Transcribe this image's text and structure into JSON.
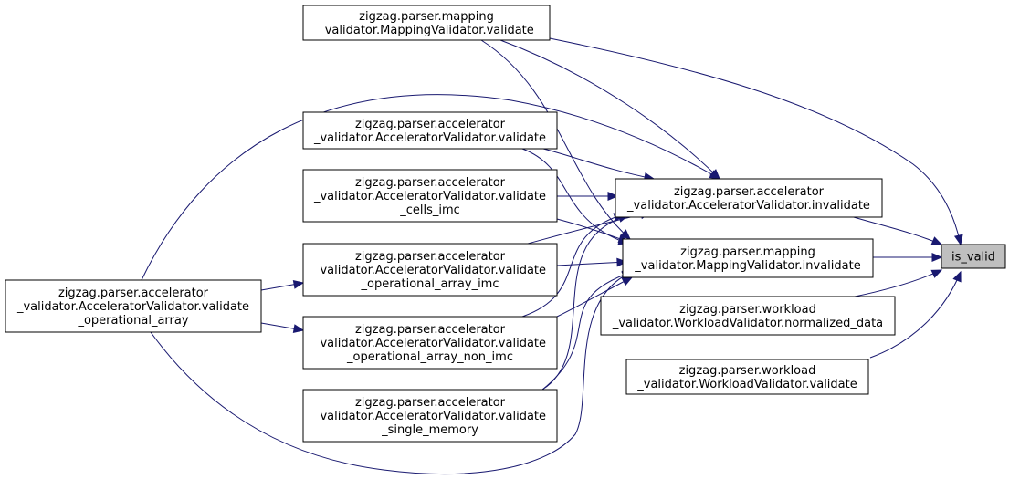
{
  "diagram": {
    "colors": {
      "edge": "#191970",
      "target_fill": "#bfbfbf",
      "node_fill": "#ffffff",
      "border": "#000000"
    },
    "nodes": [
      {
        "id": "is_valid",
        "lines": [
          "is_valid"
        ]
      },
      {
        "id": "accel_invalidate",
        "lines": [
          "zigzag.parser.accelerator",
          "_validator.AcceleratorValidator.invalidate"
        ]
      },
      {
        "id": "mapping_invalidate",
        "lines": [
          "zigzag.parser.mapping",
          "_validator.MappingValidator.invalidate"
        ]
      },
      {
        "id": "workload_normalized_data",
        "lines": [
          "zigzag.parser.workload",
          "_validator.WorkloadValidator.normalized_data"
        ]
      },
      {
        "id": "workload_validate",
        "lines": [
          "zigzag.parser.workload",
          "_validator.WorkloadValidator.validate"
        ]
      },
      {
        "id": "mapping_validate",
        "lines": [
          "zigzag.parser.mapping",
          "_validator.MappingValidator.validate"
        ]
      },
      {
        "id": "accel_validate",
        "lines": [
          "zigzag.parser.accelerator",
          "_validator.AcceleratorValidator.validate"
        ]
      },
      {
        "id": "accel_validate_cells_imc",
        "lines": [
          "zigzag.parser.accelerator",
          "_validator.AcceleratorValidator.validate",
          "_cells_imc"
        ]
      },
      {
        "id": "accel_validate_op_array_imc",
        "lines": [
          "zigzag.parser.accelerator",
          "_validator.AcceleratorValidator.validate",
          "_operational_array_imc"
        ]
      },
      {
        "id": "accel_validate_op_array_non_imc",
        "lines": [
          "zigzag.parser.accelerator",
          "_validator.AcceleratorValidator.validate",
          "_operational_array_non_imc"
        ]
      },
      {
        "id": "accel_validate_single_memory",
        "lines": [
          "zigzag.parser.accelerator",
          "_validator.AcceleratorValidator.validate",
          "_single_memory"
        ]
      },
      {
        "id": "accel_validate_op_array",
        "lines": [
          "zigzag.parser.accelerator",
          "_validator.AcceleratorValidator.validate",
          "_operational_array"
        ]
      }
    ],
    "edges": [
      {
        "from": "accel_invalidate",
        "to": "is_valid"
      },
      {
        "from": "mapping_invalidate",
        "to": "is_valid"
      },
      {
        "from": "workload_normalized_data",
        "to": "is_valid"
      },
      {
        "from": "workload_validate",
        "to": "is_valid"
      },
      {
        "from": "mapping_validate",
        "to": "is_valid"
      },
      {
        "from": "mapping_validate",
        "to": "accel_invalidate"
      },
      {
        "from": "mapping_validate",
        "to": "mapping_invalidate"
      },
      {
        "from": "accel_validate",
        "to": "accel_invalidate"
      },
      {
        "from": "accel_validate",
        "to": "mapping_invalidate"
      },
      {
        "from": "accel_validate_cells_imc",
        "to": "accel_invalidate"
      },
      {
        "from": "accel_validate_cells_imc",
        "to": "mapping_invalidate"
      },
      {
        "from": "accel_validate_op_array_imc",
        "to": "accel_invalidate"
      },
      {
        "from": "accel_validate_op_array_imc",
        "to": "mapping_invalidate"
      },
      {
        "from": "accel_validate_op_array_non_imc",
        "to": "accel_invalidate"
      },
      {
        "from": "accel_validate_op_array_non_imc",
        "to": "mapping_invalidate"
      },
      {
        "from": "accel_validate_single_memory",
        "to": "accel_invalidate"
      },
      {
        "from": "accel_validate_single_memory",
        "to": "mapping_invalidate"
      },
      {
        "from": "accel_validate_op_array",
        "to": "accel_invalidate"
      },
      {
        "from": "accel_validate_op_array",
        "to": "mapping_invalidate"
      },
      {
        "from": "accel_validate_op_array",
        "to": "accel_validate_op_array_imc"
      },
      {
        "from": "accel_validate_op_array",
        "to": "accel_validate_op_array_non_imc"
      }
    ]
  }
}
